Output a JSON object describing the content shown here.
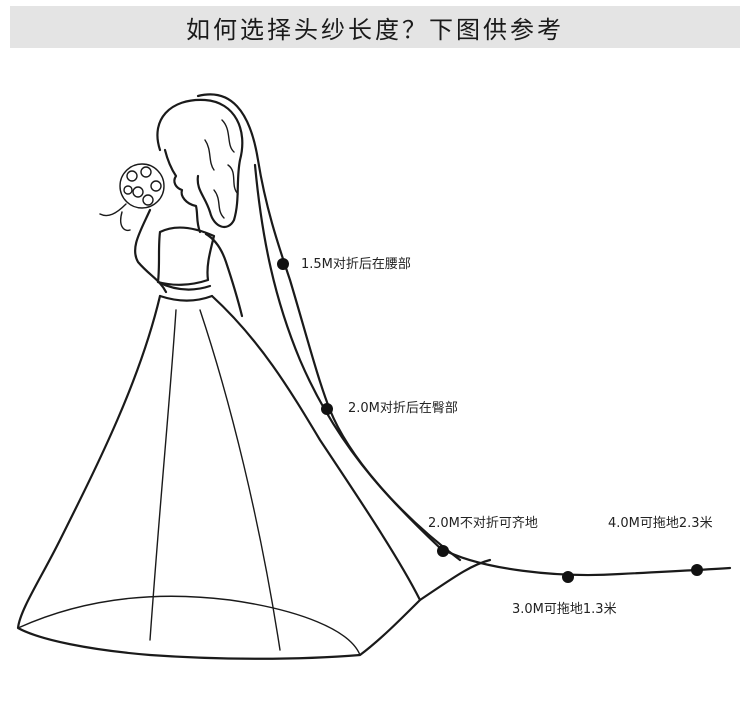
{
  "header": {
    "title": "如何选择头纱长度？下图供参考"
  },
  "veil_markers": [
    {
      "id": "m1",
      "label": "1.5M对折后在腰部"
    },
    {
      "id": "m2",
      "label": "2.0M对折后在臀部"
    },
    {
      "id": "m3",
      "label": "2.0M不对折可齐地"
    },
    {
      "id": "m4",
      "label": "3.0M可拖地1.3米"
    },
    {
      "id": "m5",
      "label": "4.0M可拖地2.3米"
    }
  ],
  "colors": {
    "banner": "#e4e4e4",
    "line": "#1a1a1a",
    "marker": "#111111"
  }
}
